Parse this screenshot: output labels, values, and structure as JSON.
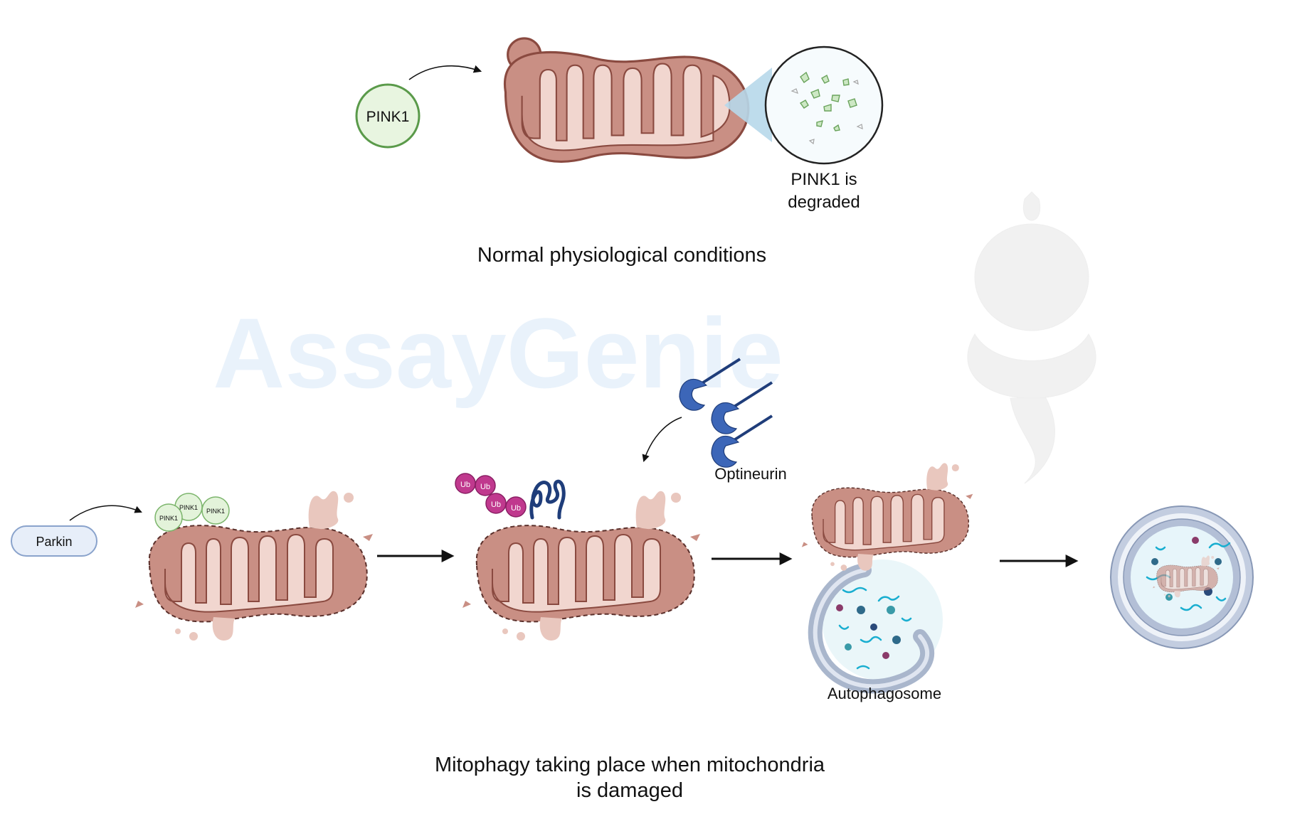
{
  "top": {
    "pink1_label": "PINK1",
    "degraded_label_line1": "PINK1 is",
    "degraded_label_line2": "degraded",
    "section_title": "Normal physiological conditions"
  },
  "bottom": {
    "parkin_label": "Parkin",
    "pink1_small_labels": [
      "PINK1",
      "PINK1",
      "PINK1"
    ],
    "ub_labels": [
      "Ub",
      "Ub",
      "Ub",
      "Ub"
    ],
    "optineurin_label": "Optineurin",
    "autophagosome_label": "Autophagosome",
    "section_title_line1": "Mitophagy taking place when mitochondria",
    "section_title_line2": "is damaged"
  },
  "watermark": {
    "brand": "AssayGenie"
  },
  "colors": {
    "mito_outer": "#c98f84",
    "mito_inner": "#f1d6cf",
    "mito_stroke": "#8a4a40",
    "pink1_fill": "#e8f5e0",
    "pink1_stroke": "#5a9a4a",
    "parkin_fill": "#e7eef9",
    "parkin_stroke": "#8aa3cc",
    "ub_fill": "#c0398e",
    "optineurin": "#2b4f95",
    "membrane": "#a9b6cc",
    "watermark": "#e9f2fb"
  }
}
